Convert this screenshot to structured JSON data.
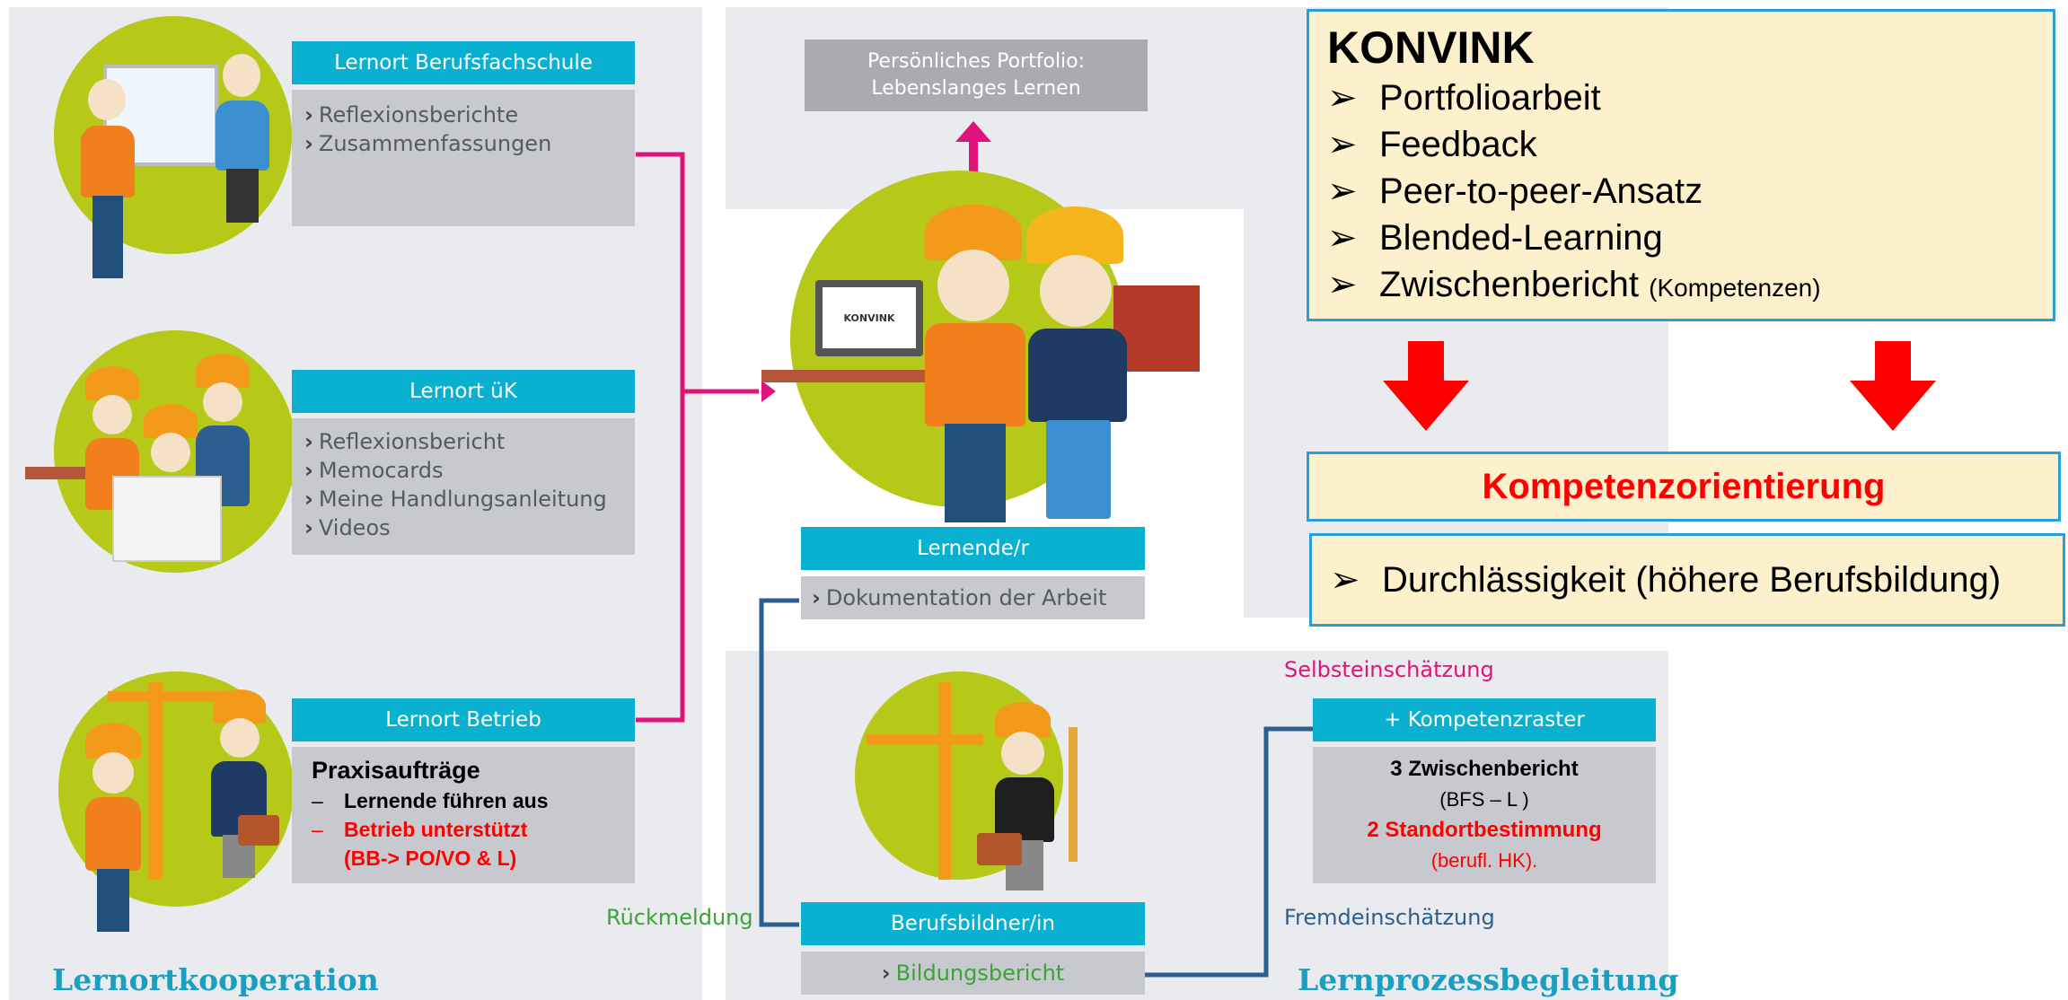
{
  "colors": {
    "accent": "#0ab0cf",
    "magenta": "#e0137a",
    "blue_line": "#2c5f8f",
    "red": "#ff0000",
    "green": "#3aa535",
    "konvink_bg": "#fdf0cc"
  },
  "left": {
    "berufsfachschule": {
      "title": "Lernort Berufsfachschule",
      "items": [
        "Reflexionsberichte",
        "Zusammenfassungen"
      ]
    },
    "uek": {
      "title": "Lernort üK",
      "items": [
        "Reflexionsbericht",
        "Memocards",
        "Meine Handlungsanleitung",
        "Videos"
      ]
    },
    "betrieb": {
      "title": "Lernort Betrieb",
      "heading": "Praxisaufträge",
      "line1": "Lernende führen aus",
      "line2": "Betrieb unterstützt",
      "line3": "(BB-> PO/VO & L)"
    },
    "section_title": "Lernortkooperation"
  },
  "center": {
    "portfolio_line1": "Persönliches Portfolio:",
    "portfolio_line2": "Lebenslanges Lernen",
    "laptop_label": "KONVINK",
    "lernende_title": "Lernende/r",
    "lernende_item": "Dokumentation der Arbeit",
    "bb_title": "Berufsbildner/in",
    "bb_item": "Bildungsbericht",
    "rueckmeldung": "Rückmeldung"
  },
  "right": {
    "selbst": "Selbsteinschätzung",
    "fremd": "Fremdeinschätzung",
    "kompetenzraster_title": "+ Kompetenzraster",
    "kr_line1": "3 Zwischenbericht",
    "kr_line2": "(BFS – L )",
    "kr_line3": "2 Standortbestimmung",
    "kr_line4": "(berufl. HK).",
    "section_title": "Lernprozessbegleitung"
  },
  "konvink": {
    "title": "KONVINK",
    "bullet": "➢",
    "items": [
      "Portfolioarbeit",
      "Feedback",
      "Peer-to-peer-Ansatz",
      "Blended-Learning",
      "Zwischenbericht"
    ],
    "last_item_suffix": "(Kompetenzen)",
    "kompetenz": "Kompetenzorientierung",
    "durch": "Durchlässigkeit (höhere Berufsbildung)"
  }
}
